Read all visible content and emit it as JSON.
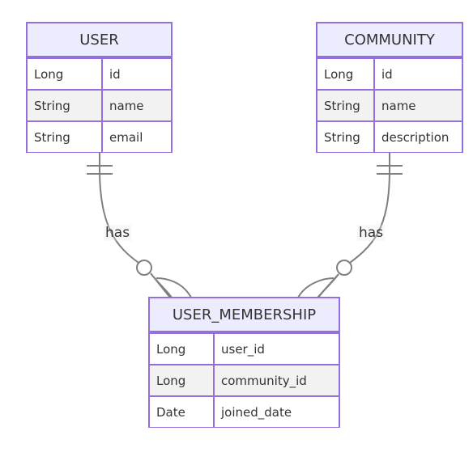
{
  "entities": {
    "user": {
      "name": "USER",
      "attributes": [
        {
          "type": "Long",
          "name": "id"
        },
        {
          "type": "String",
          "name": "name"
        },
        {
          "type": "String",
          "name": "email"
        }
      ]
    },
    "community": {
      "name": "COMMUNITY",
      "attributes": [
        {
          "type": "Long",
          "name": "id"
        },
        {
          "type": "String",
          "name": "name"
        },
        {
          "type": "String",
          "name": "description"
        }
      ]
    },
    "membership": {
      "name": "USER_MEMBERSHIP",
      "attributes": [
        {
          "type": "Long",
          "name": "user_id"
        },
        {
          "type": "Long",
          "name": "community_id"
        },
        {
          "type": "Date",
          "name": "joined_date"
        }
      ]
    }
  },
  "relationships": [
    {
      "from": "USER",
      "to": "USER_MEMBERSHIP",
      "label": "has",
      "from_cardinality": "exactly-one",
      "to_cardinality": "zero-or-more"
    },
    {
      "from": "COMMUNITY",
      "to": "USER_MEMBERSHIP",
      "label": "has",
      "from_cardinality": "exactly-one",
      "to_cardinality": "zero-or-more"
    }
  ],
  "colors": {
    "entity_border": "#9370db",
    "header_fill": "#ececff",
    "alt_row_fill": "#f2f2f2",
    "link_stroke": "#808080",
    "text": "#333333"
  }
}
